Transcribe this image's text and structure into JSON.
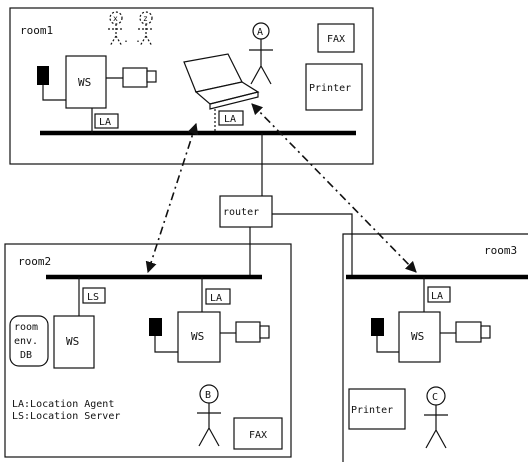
{
  "rooms": {
    "room1": "room1",
    "room2": "room2",
    "room3": "room3"
  },
  "devices": {
    "ws": "WS",
    "fax": "FAX",
    "printer": "Printer",
    "router": "router",
    "la": "LA",
    "ls": "LS",
    "db_line1": "room",
    "db_line2": "env.",
    "db_line3": "DB"
  },
  "people": {
    "a": "A",
    "b": "B",
    "c": "C",
    "x": "x",
    "z": "z",
    "dots": ". ."
  },
  "legend": {
    "la": "LA:Location Agent",
    "ls": "LS:Location Server"
  },
  "colors": {
    "ink": "#111111",
    "background": "#ffffff"
  }
}
